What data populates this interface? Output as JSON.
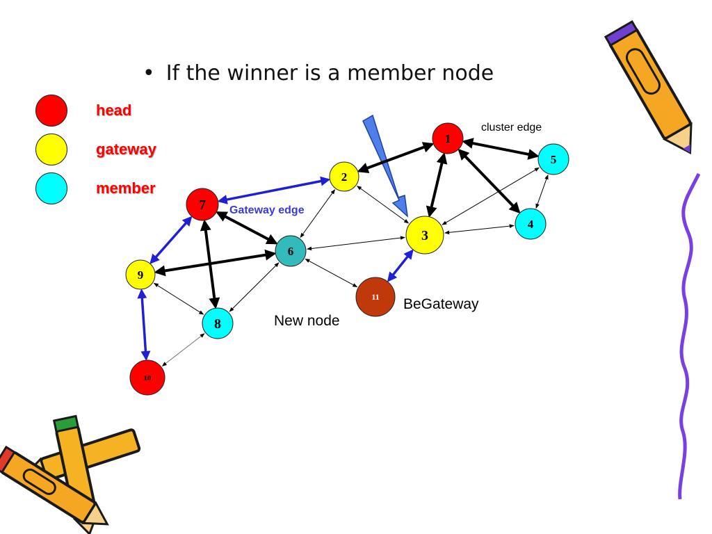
{
  "bullet": {
    "marker": "•",
    "text": "If the winner is a member node"
  },
  "legend": [
    {
      "label": "head",
      "color": "#ff0000"
    },
    {
      "label": "gateway",
      "color": "#ffff00"
    },
    {
      "label": "member",
      "color": "#00ffff"
    }
  ],
  "annotations": {
    "cluster_edge": "cluster edge",
    "gateway_edge": "Gateway edge",
    "new_node": "New node",
    "be_gateway": "BeGateway"
  },
  "nodes": [
    {
      "id": "1",
      "label": "1",
      "role": "head"
    },
    {
      "id": "2",
      "label": "2",
      "role": "gateway"
    },
    {
      "id": "3",
      "label": "3",
      "role": "gateway"
    },
    {
      "id": "4",
      "label": "4",
      "role": "member"
    },
    {
      "id": "5",
      "label": "5",
      "role": "member"
    },
    {
      "id": "6",
      "label": "6",
      "role": "member"
    },
    {
      "id": "7",
      "label": "7",
      "role": "head"
    },
    {
      "id": "8",
      "label": "8",
      "role": "member"
    },
    {
      "id": "9",
      "label": "9",
      "role": "gateway"
    },
    {
      "id": "10",
      "label": "10",
      "role": "head"
    },
    {
      "id": "11",
      "label": "11",
      "role": "new"
    }
  ],
  "edges": [
    {
      "from": "1",
      "to": "2",
      "kind": "cluster"
    },
    {
      "from": "1",
      "to": "5",
      "kind": "cluster"
    },
    {
      "from": "1",
      "to": "3",
      "kind": "cluster"
    },
    {
      "from": "1",
      "to": "4",
      "kind": "cluster"
    },
    {
      "from": "7",
      "to": "6",
      "kind": "cluster"
    },
    {
      "from": "7",
      "to": "8",
      "kind": "cluster"
    },
    {
      "from": "6",
      "to": "9",
      "kind": "cluster"
    },
    {
      "from": "7",
      "to": "2",
      "kind": "gateway"
    },
    {
      "from": "7",
      "to": "9",
      "kind": "gateway"
    },
    {
      "from": "9",
      "to": "10",
      "kind": "gateway"
    },
    {
      "from": "11",
      "to": "3",
      "kind": "gateway"
    },
    {
      "from": "3",
      "to": "2",
      "kind": "normal"
    },
    {
      "from": "5",
      "to": "3",
      "kind": "normal"
    },
    {
      "from": "3",
      "to": "4",
      "kind": "normal"
    },
    {
      "from": "5",
      "to": "4",
      "kind": "normal"
    },
    {
      "from": "3",
      "to": "6",
      "kind": "normal"
    },
    {
      "from": "2",
      "to": "6",
      "kind": "normal"
    },
    {
      "from": "6",
      "to": "8",
      "kind": "normal"
    },
    {
      "from": "9",
      "to": "8",
      "kind": "normal"
    },
    {
      "from": "8",
      "to": "10",
      "kind": "normal"
    },
    {
      "from": "11",
      "to": "6",
      "kind": "normal"
    }
  ],
  "colors": {
    "head": "#ff0000",
    "gateway": "#ffff00",
    "member": "#00ffff",
    "member_dark": "#33bbbb",
    "new": "#c0390b",
    "gateway_edge": "#1f1fd6",
    "cluster_edge": "#000000",
    "pointer_arrow": "#4f7fe8"
  }
}
